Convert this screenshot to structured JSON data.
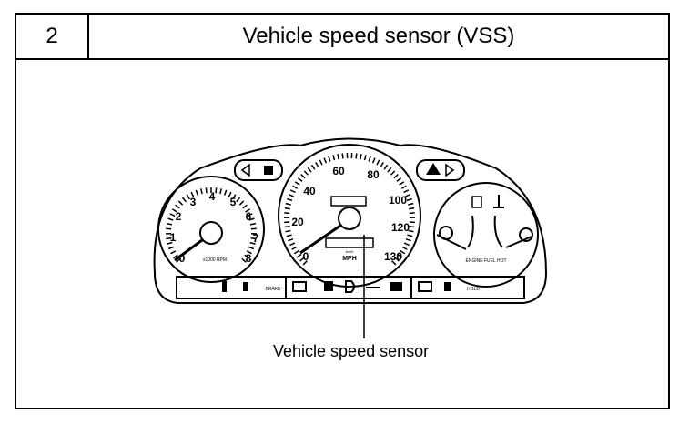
{
  "table": {
    "number": "2",
    "title": "Vehicle speed sensor (VSS)"
  },
  "figure": {
    "callout": "Vehicle speed sensor",
    "tachometer": {
      "ticks": [
        "0",
        "1",
        "2",
        "3",
        "4",
        "5",
        "6",
        "7",
        "8"
      ],
      "caption": "x1000 RPM"
    },
    "speedometer": {
      "ticks": [
        "0",
        "20",
        "40",
        "60",
        "80",
        "100",
        "120",
        "130"
      ],
      "caption": "MPH",
      "unit_small": "km/h"
    },
    "gauge_caption": "ENGINE FUEL HOT",
    "indicators_left": [
      "BRAKE"
    ],
    "indicators_right": [
      "HOLD"
    ]
  }
}
